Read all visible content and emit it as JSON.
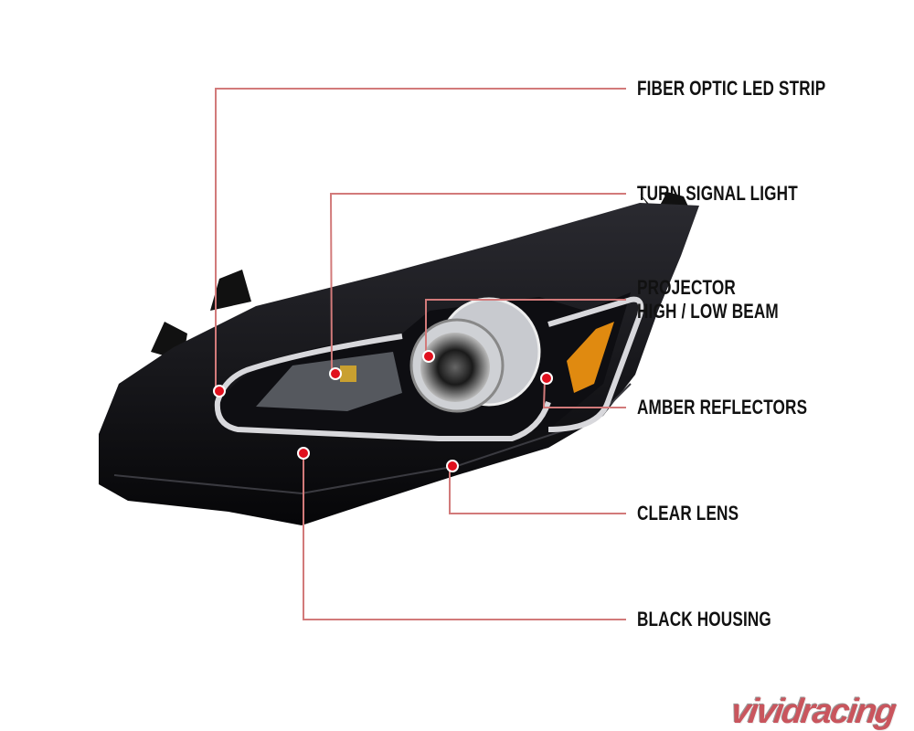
{
  "callouts": [
    {
      "id": "fiber",
      "label": "FIBER OPTIC LED STRIP"
    },
    {
      "id": "turn",
      "label": "TURN SIGNAL LIGHT"
    },
    {
      "id": "projector",
      "label_line1": "PROJECTOR",
      "label_line2": "HIGH / LOW BEAM"
    },
    {
      "id": "amber",
      "label": "AMBER REFLECTORS"
    },
    {
      "id": "clear",
      "label": "CLEAR LENS"
    },
    {
      "id": "housing",
      "label": "BLACK HOUSING"
    }
  ],
  "logo": "vividracing",
  "colors": {
    "leader": "#d27a7a",
    "dot": "#e0101e",
    "housing": "#0b0b0d",
    "amber": "#e08a10"
  }
}
